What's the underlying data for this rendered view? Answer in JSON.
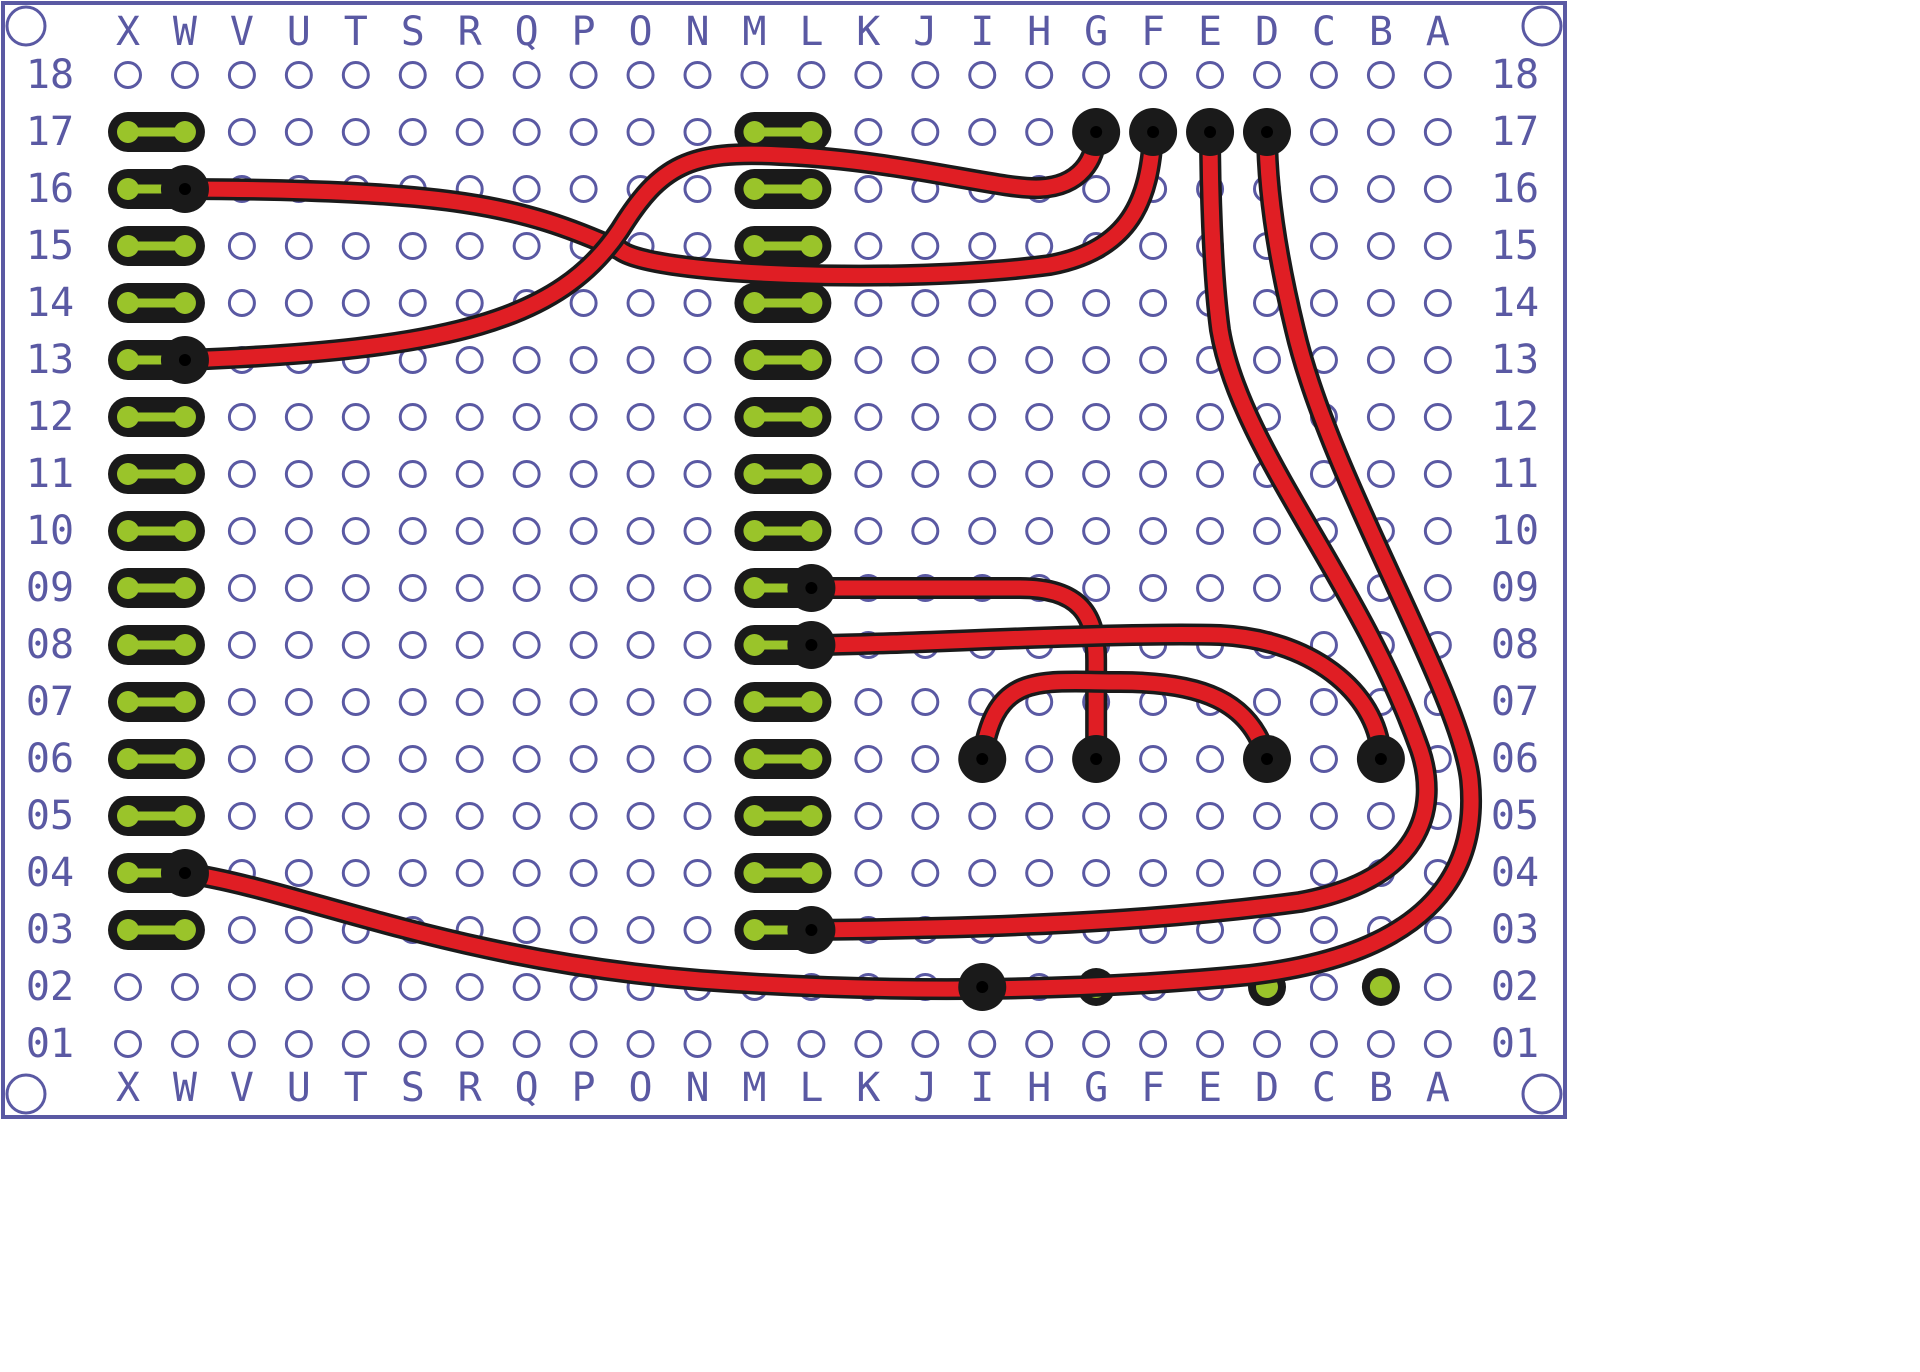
{
  "board": {
    "columns": [
      "X",
      "W",
      "V",
      "U",
      "T",
      "S",
      "R",
      "Q",
      "P",
      "O",
      "N",
      "M",
      "L",
      "K",
      "J",
      "I",
      "H",
      "G",
      "F",
      "E",
      "D",
      "C",
      "B",
      "A"
    ],
    "rows": [
      "18",
      "17",
      "16",
      "15",
      "14",
      "13",
      "12",
      "11",
      "10",
      "09",
      "08",
      "07",
      "06",
      "05",
      "04",
      "03",
      "02",
      "01"
    ],
    "colors": {
      "outline": "#5a59a3",
      "hole": "#5a59a3",
      "strip": "#9ac42a",
      "pad": "#1a1a1a",
      "wire": "#e01e24",
      "wire_edge": "#1a1a1a"
    }
  },
  "strips": {
    "left_pairs": {
      "from_col": "X",
      "to_col": "W",
      "rows": [
        "17",
        "16",
        "15",
        "14",
        "13",
        "12",
        "11",
        "10",
        "09",
        "08",
        "07",
        "06",
        "05",
        "04",
        "03"
      ]
    },
    "right_pairs": {
      "from_col": "M",
      "to_col": "L",
      "rows": [
        "17",
        "16",
        "15",
        "14",
        "13",
        "12",
        "11",
        "10",
        "09",
        "08",
        "07",
        "06",
        "05",
        "04",
        "03"
      ]
    }
  },
  "pads": [
    {
      "col": "G",
      "row": "17"
    },
    {
      "col": "F",
      "row": "17"
    },
    {
      "col": "E",
      "row": "17"
    },
    {
      "col": "D",
      "row": "17"
    },
    {
      "col": "W",
      "row": "16"
    },
    {
      "col": "W",
      "row": "13"
    },
    {
      "col": "L",
      "row": "09"
    },
    {
      "col": "L",
      "row": "08"
    },
    {
      "col": "I",
      "row": "06"
    },
    {
      "col": "G",
      "row": "06"
    },
    {
      "col": "D",
      "row": "06"
    },
    {
      "col": "B",
      "row": "06"
    },
    {
      "col": "W",
      "row": "04"
    },
    {
      "col": "L",
      "row": "03"
    },
    {
      "col": "I",
      "row": "02"
    }
  ],
  "small_pads": [
    {
      "col": "G",
      "row": "02"
    },
    {
      "col": "D",
      "row": "02"
    },
    {
      "col": "B",
      "row": "02"
    }
  ],
  "wires": [
    {
      "from": "W16",
      "to": "F17"
    },
    {
      "from": "W13",
      "to": "G17"
    },
    {
      "from": "L09",
      "to": "G06"
    },
    {
      "from": "L08",
      "to": "B06"
    },
    {
      "from": "I06",
      "to": "D06"
    },
    {
      "from": "L03",
      "to": "E17"
    },
    {
      "from": "W04",
      "to": "D17"
    }
  ]
}
